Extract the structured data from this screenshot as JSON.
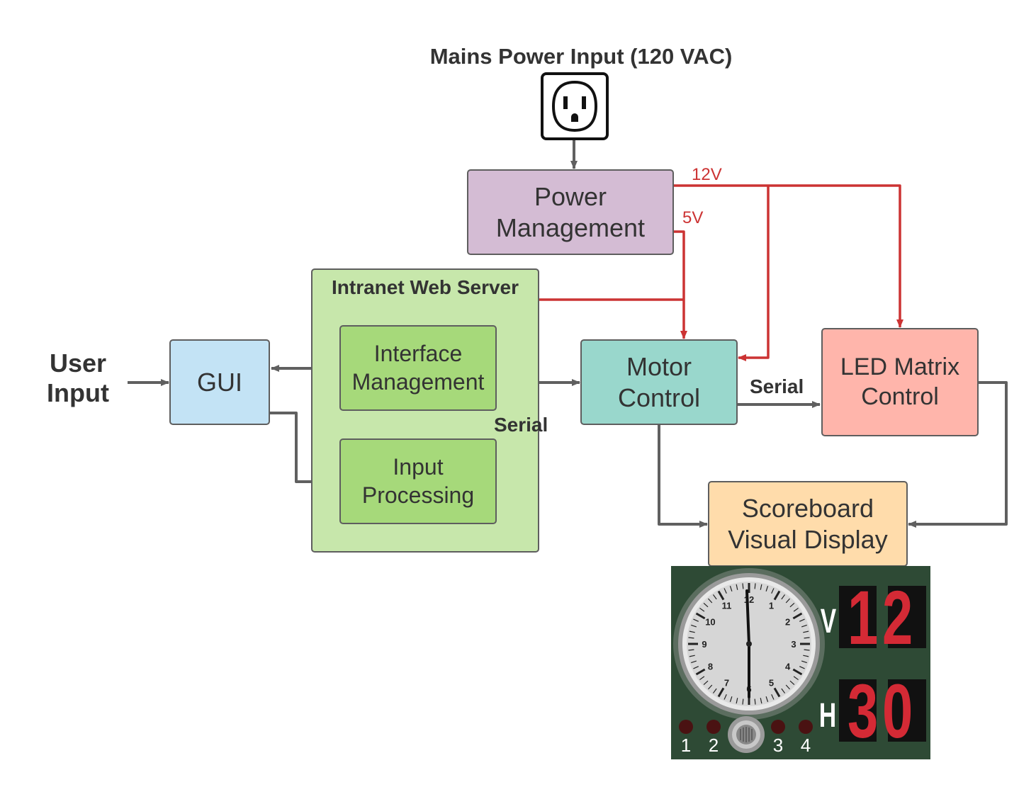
{
  "mains": {
    "title": "Mains Power Input (120 VAC)",
    "icon": "power-outlet-icon"
  },
  "blocks": {
    "power_management": {
      "line1": "Power",
      "line2": "Management",
      "color": "#d4bcd4"
    },
    "intranet": {
      "title": "Intranet Web Server",
      "color": "#c7e7ab"
    },
    "interface_management": {
      "line1": "Interface",
      "line2": "Management",
      "color": "#a6d97a"
    },
    "input_processing": {
      "line1": "Input",
      "line2": "Processing",
      "color": "#a6d97a"
    },
    "gui": {
      "label": "GUI",
      "color": "#c3e3f5"
    },
    "motor_control": {
      "line1": "Motor",
      "line2": "Control",
      "color": "#99d7cc"
    },
    "led_matrix_control": {
      "line1": "LED Matrix",
      "line2": "Control",
      "color": "#ffb5ab"
    },
    "scoreboard_display": {
      "line1": "Scoreboard",
      "line2": "Visual Display",
      "color": "#ffdcab"
    }
  },
  "labels": {
    "user_input_line1": "User",
    "user_input_line2": "Input",
    "serial_left": "Serial",
    "serial_right": "Serial",
    "v12": "12V",
    "v5": "5V"
  },
  "colors": {
    "signal_wire": "#606060",
    "power_wire": "#cc3333"
  },
  "scoreboard_image": {
    "visitor_letter": "V",
    "visitor_score": "12",
    "home_letter": "H",
    "home_score": "30",
    "clock_numbers": [
      "12",
      "1",
      "2",
      "3",
      "4",
      "5",
      "6",
      "7",
      "8",
      "9",
      "10",
      "11"
    ],
    "indicators": [
      "1",
      "2",
      "3",
      "4"
    ],
    "panel_color": "#2e4a35",
    "digit_color": "#d42a35"
  }
}
